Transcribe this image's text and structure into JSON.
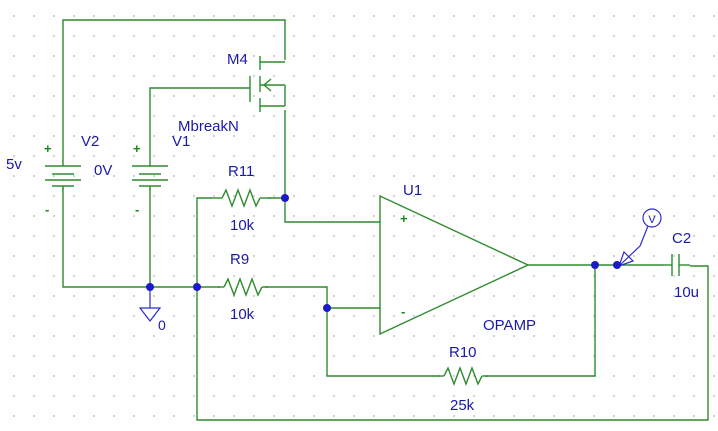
{
  "components": {
    "m4": {
      "name": "M4",
      "model": "MbreakN"
    },
    "v2": {
      "name": "V2",
      "value": "0V",
      "plus": "+",
      "minus": "-"
    },
    "v1": {
      "name": "V1",
      "value": "5v",
      "plus": "+",
      "minus": "-"
    },
    "r11": {
      "name": "R11",
      "value": "10k"
    },
    "r9": {
      "name": "R9",
      "value": "10k"
    },
    "r10": {
      "name": "R10",
      "value": "25k"
    },
    "u1": {
      "name": "U1",
      "model": "OPAMP",
      "in_plus": "+",
      "in_minus": "-"
    },
    "c2": {
      "name": "C2",
      "value": "10u"
    },
    "ground": {
      "label": "0"
    },
    "probe": {
      "label": "V"
    }
  },
  "colors": {
    "wire": "#2e8b2e",
    "label": "#1a1aa6",
    "junction": "#1a1acc",
    "polarity": "#1a8a1a"
  }
}
